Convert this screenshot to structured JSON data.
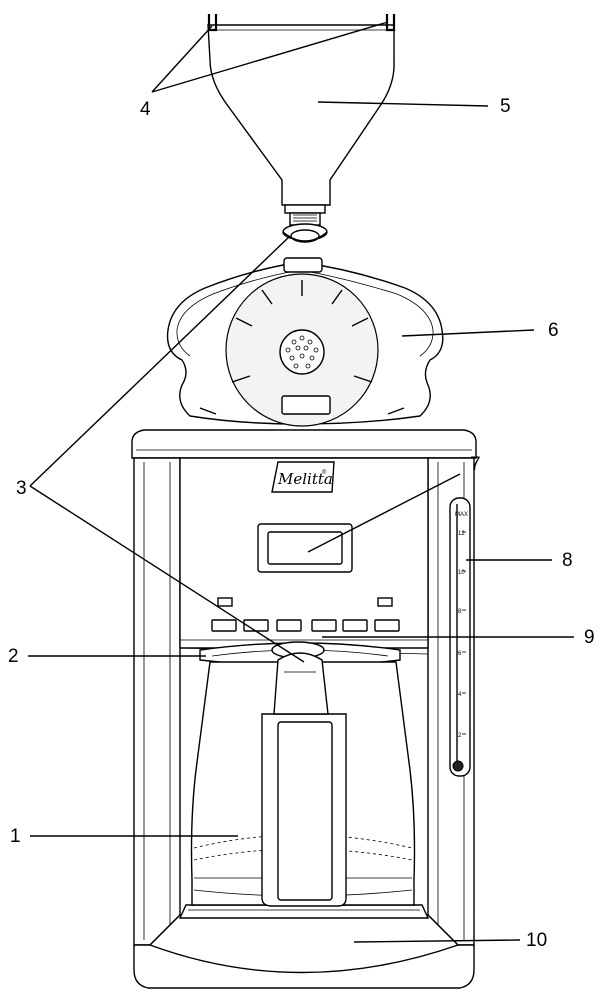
{
  "brand": {
    "logo_text": "Melitta",
    "logo_mark": "®"
  },
  "scale_marks": [
    "MAX",
    "12",
    "10",
    "8",
    "6",
    "4",
    "2"
  ],
  "callouts": [
    {
      "id": "1",
      "text": "1"
    },
    {
      "id": "2",
      "text": "2"
    },
    {
      "id": "3",
      "text": "3"
    },
    {
      "id": "4",
      "text": "4"
    },
    {
      "id": "5",
      "text": "5"
    },
    {
      "id": "6",
      "text": "6"
    },
    {
      "id": "7",
      "text": "7"
    },
    {
      "id": "8",
      "text": "8"
    },
    {
      "id": "9",
      "text": "9"
    },
    {
      "id": "10",
      "text": "10"
    }
  ]
}
